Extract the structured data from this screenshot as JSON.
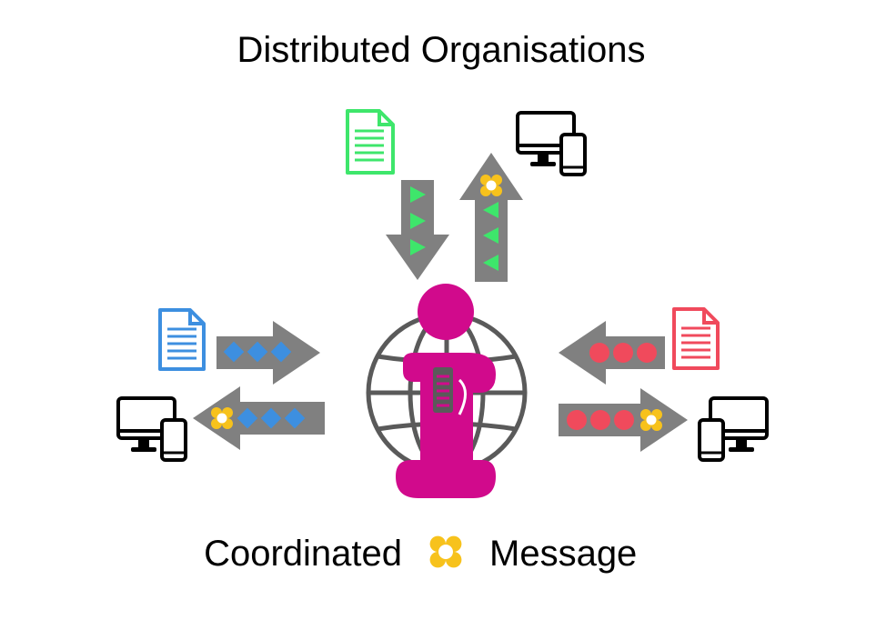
{
  "title": "Distributed Organisations",
  "caption": {
    "left": "Coordinated",
    "right": "Message"
  },
  "colors": {
    "arrow": "#808080",
    "green": "#3ee66b",
    "blue": "#3d8fe0",
    "red": "#f04a5c",
    "magenta": "#d10a8c",
    "globe": "#5a5a5a",
    "coord": "#f7c21c"
  },
  "icons": {
    "document": "document-icon",
    "devices": "desktop-and-phone-icon",
    "coordinated_message": "coordinated-message-icon",
    "hub": "globe-with-person-icon"
  }
}
